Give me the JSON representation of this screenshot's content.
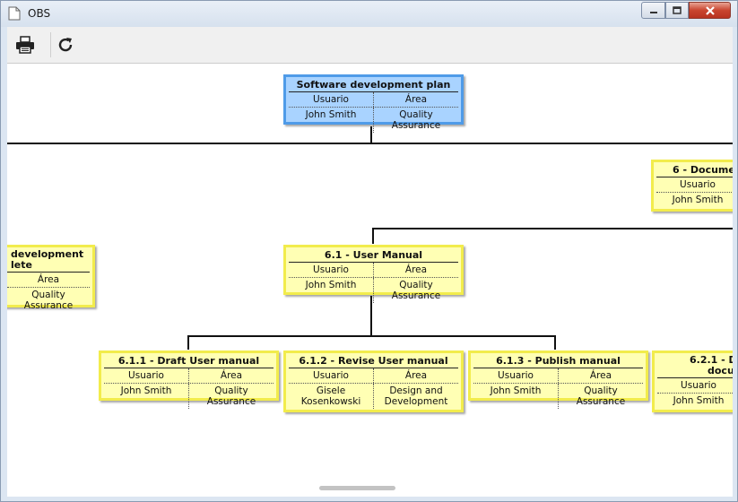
{
  "window": {
    "title": "OBS"
  },
  "toolbar": {
    "print_icon": "printer-icon",
    "refresh_icon": "refresh-icon"
  },
  "colors": {
    "root_fill": "#a9d3ff",
    "root_border": "#4f9be8",
    "node_fill": "#ffffb4",
    "node_border": "#f2ec4c"
  },
  "root": {
    "title": "Software development plan",
    "col1": "Usuario",
    "col2": "Área",
    "val1": "John Smith",
    "val2": "Quality Assurance"
  },
  "node6": {
    "title": "6 - Docume",
    "col1": "Usuario",
    "val1": "John Smith"
  },
  "left": {
    "title_line1": "development",
    "title_line2": "lete",
    "col2": "Área",
    "val2": "Quality Assurance"
  },
  "n61": {
    "title": "6.1 - User Manual",
    "col1": "Usuario",
    "col2": "Área",
    "val1": "John Smith",
    "val2": "Quality Assurance"
  },
  "n611": {
    "title": "6.1.1 - Draft User manual",
    "col1": "Usuario",
    "col2": "Área",
    "val1": "John Smith",
    "val2": "Quality Assurance"
  },
  "n612": {
    "title": "6.1.2 - Revise User manual",
    "col1": "Usuario",
    "col2": "Área",
    "val1": "Gisele Kosenkowski",
    "val2": "Design and Development"
  },
  "n613": {
    "title": "6.1.3 - Publish manual",
    "col1": "Usuario",
    "col2": "Área",
    "val1": "John Smith",
    "val2": "Quality Assurance"
  },
  "n621": {
    "title_line1": "6.2.1 - D",
    "title_line2": "docu",
    "col1": "Usuario",
    "val1": "John Smith"
  }
}
